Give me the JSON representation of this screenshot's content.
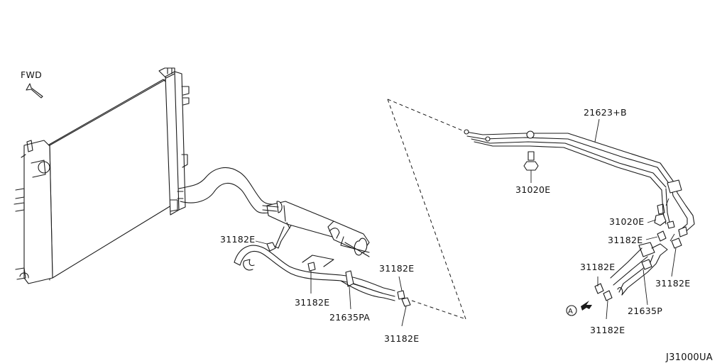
{
  "diagram": {
    "direction_label": "FWD",
    "reference_marker": "A",
    "drawing_code": "J31000UA",
    "callouts": {
      "tube_assembly": "21623+B",
      "connector_upper": "31020E",
      "connector_lower": "31020E",
      "clamp_left_a": "31182E",
      "clamp_left_b": "31182E",
      "clamp_left_c": "31182E",
      "clamp_left_d": "31182E",
      "hose_left": "21635PA",
      "clamp_right_a": "31182E",
      "clamp_right_b": "31182E",
      "clamp_right_c": "31182E",
      "clamp_right_d": "31182E",
      "hose_right": "21635P"
    }
  }
}
